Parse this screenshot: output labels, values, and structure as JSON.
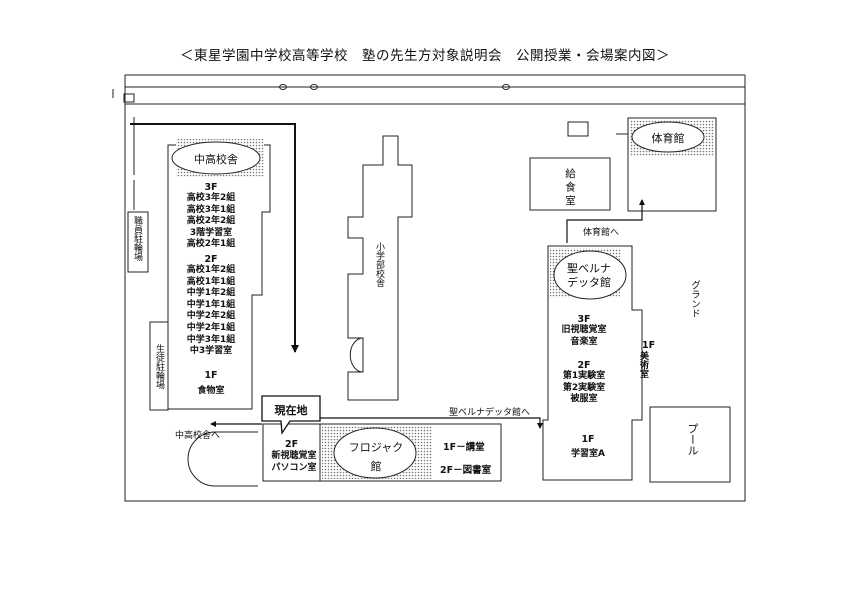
{
  "title": "＜東星学園中学校高等学校　塾の先生方対象説明会　公開授業・会場案内図＞",
  "buildings": {
    "chuko": {
      "name": "中高校舎",
      "floor3": "3F",
      "floor3_rooms": [
        "高校3年2組",
        "高校3年1組",
        "高校2年2組",
        "3階学習室",
        "高校2年1組"
      ],
      "floor2": "2F",
      "floor2_rooms": [
        "高校1年2組",
        "高校1年1組",
        "中学1年2組",
        "中学1年1組",
        "中学2年2組",
        "中学2年1組",
        "中学3年1組",
        "中3学習室"
      ],
      "floor1": "1F",
      "floor1_rooms": [
        "食物室"
      ]
    },
    "shogakubu": "小学部校舎",
    "kyushoku": "給食室",
    "taiikukan": "体育館",
    "bernadette": {
      "name_line1": "聖ベルナ",
      "name_line2": "デッタ館",
      "floor3": "3F",
      "floor3_rooms": [
        "旧視聴覚室",
        "音楽室"
      ],
      "floor2": "2F",
      "floor2_rooms": [
        "第1実験室",
        "第2実験室",
        "被服室"
      ],
      "floor1": "1F",
      "floor1_rooms": [
        "学習室A"
      ],
      "floor1_side": "1F",
      "floor1_side_room": "美術室"
    },
    "frojakku": {
      "name_line1": "フロジャク",
      "name_line2": "館",
      "floor1": "1F－講堂",
      "floor2": "2F－図書室"
    },
    "current": {
      "label": "現在地",
      "floor": "2F",
      "rooms": [
        "新視聴覚室",
        "パソコン室"
      ]
    }
  },
  "areas": {
    "staff_parking": "職員駐輪場",
    "student_parking": "生徒駐輪場",
    "ground": "グランド",
    "pool": "プール"
  },
  "directions": {
    "to_taiikukan": "体育館へ",
    "to_bernadette": "聖ベルナデッタ館へ",
    "to_chuko": "中高校舎へ"
  }
}
